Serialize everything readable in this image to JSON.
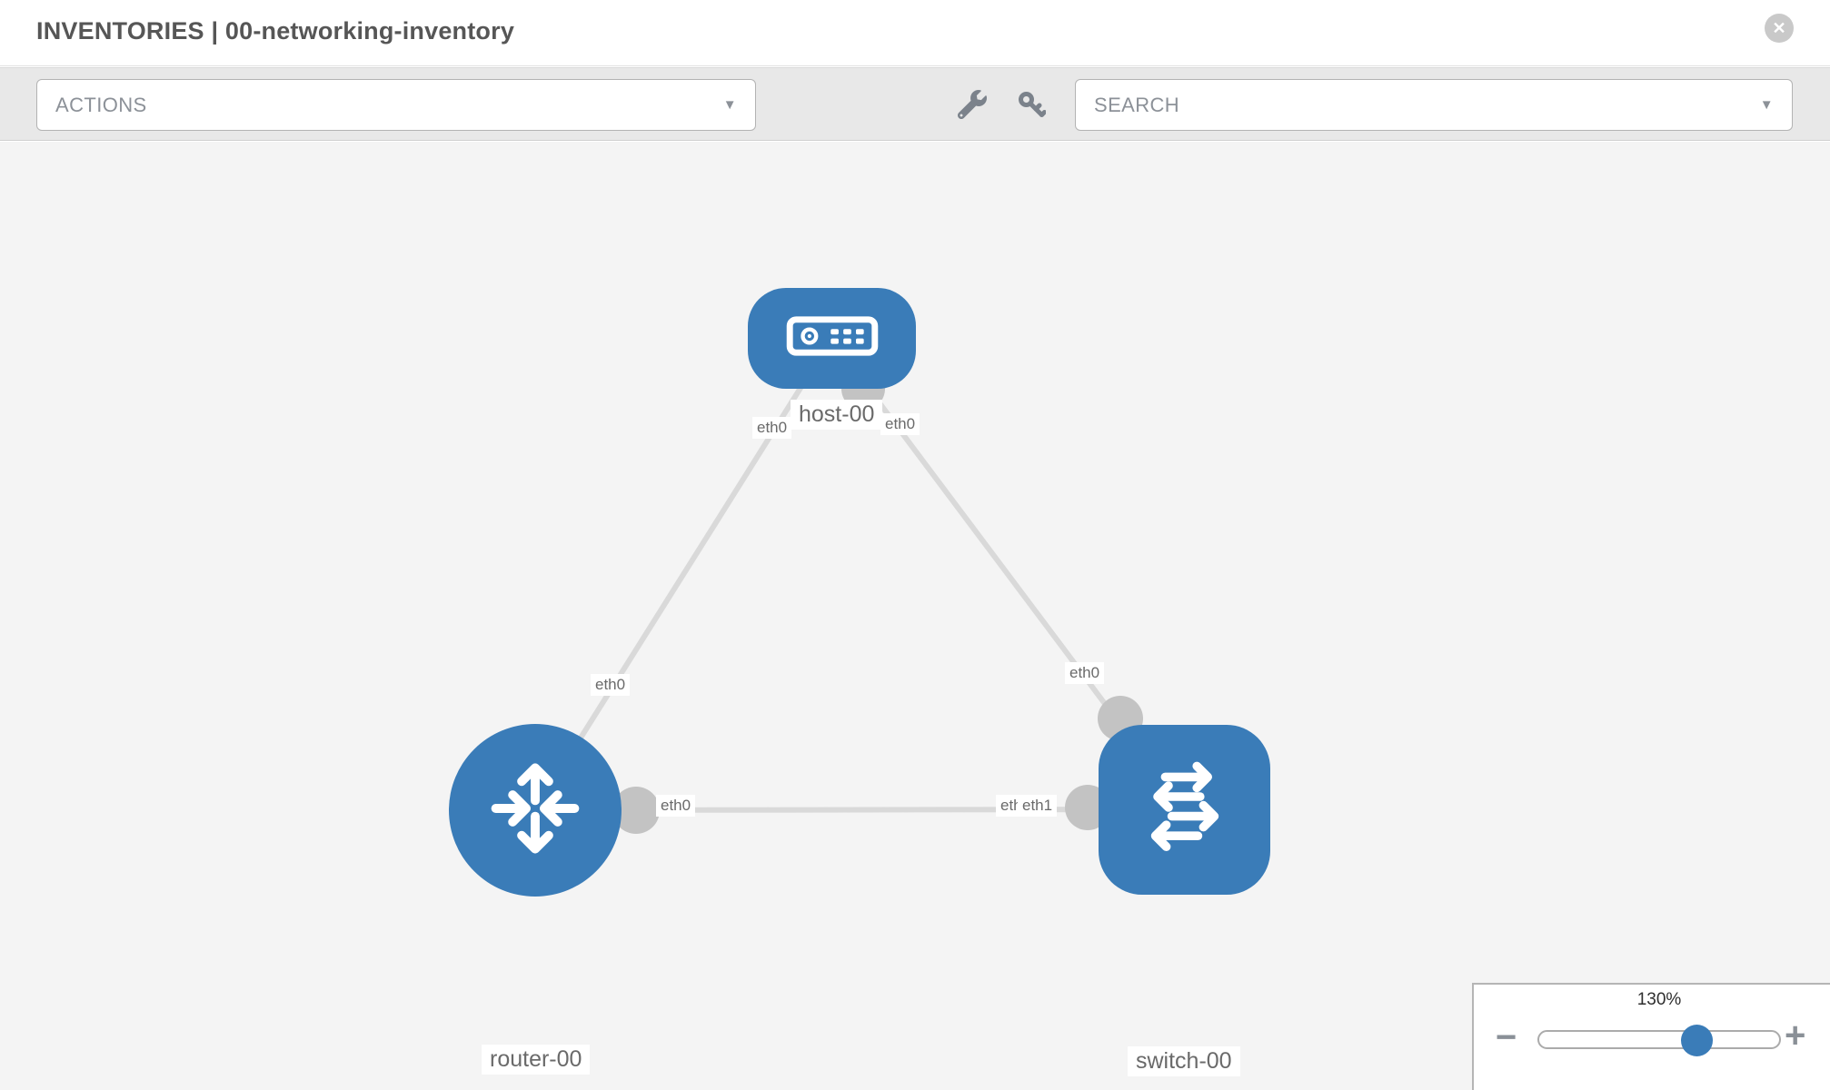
{
  "header": {
    "title": "INVENTORIES | 00-networking-inventory",
    "close_glyph": "✕"
  },
  "toolbar": {
    "actions_label": "ACTIONS",
    "search_placeholder": "SEARCH",
    "caret_glyph": "▼"
  },
  "diagram": {
    "nodes": [
      {
        "id": "host-00",
        "type": "host",
        "label": "host-00"
      },
      {
        "id": "router-00",
        "type": "router",
        "label": "router-00"
      },
      {
        "id": "switch-00",
        "type": "switch",
        "label": "switch-00"
      }
    ],
    "links": [
      {
        "from": "host-00",
        "to": "router-00",
        "from_if": "eth0",
        "to_if": "eth0"
      },
      {
        "from": "host-00",
        "to": "switch-00",
        "from_if": "eth0",
        "to_if": "eth0"
      },
      {
        "from": "router-00",
        "to": "switch-00",
        "from_if": "eth0",
        "to_if": "eth1",
        "overlapped_label": "eth0"
      }
    ]
  },
  "zoom_control": {
    "level": "130%",
    "zoom_out_glyph": "−",
    "zoom_in_glyph": "+"
  },
  "colors": {
    "node_blue": "#3a7cb8",
    "link_gray": "#d9d9d9",
    "port_gray": "#c3c3c3",
    "toolbar_gray": "#e8e8e8",
    "canvas_gray": "#f4f4f4"
  }
}
